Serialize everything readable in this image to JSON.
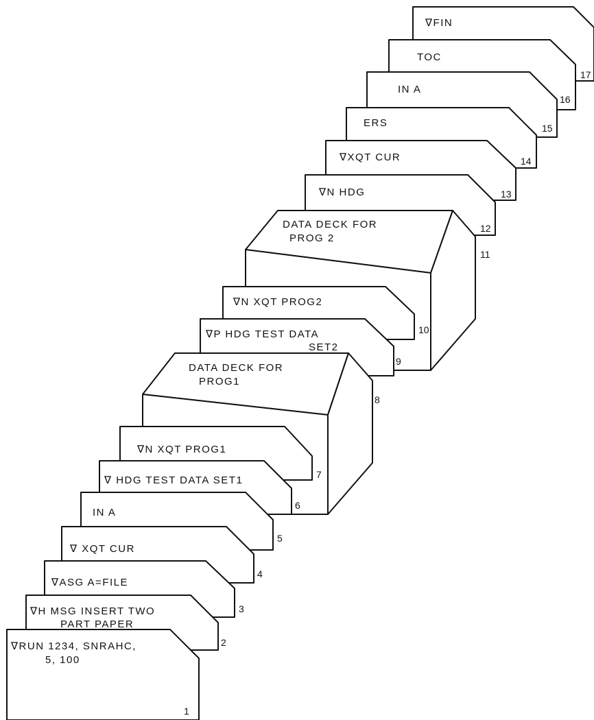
{
  "cards": [
    {
      "num": "1",
      "lines": [
        "∇RUN 1234, SNRAHC,",
        "5, 100"
      ]
    },
    {
      "num": "2",
      "lines": [
        "∇H MSG INSERT TWO",
        "PART PAPER"
      ]
    },
    {
      "num": "3",
      "lines": [
        "∇ASG A=FILE"
      ]
    },
    {
      "num": "4",
      "lines": [
        "∇ XQT CUR"
      ]
    },
    {
      "num": "5",
      "lines": [
        "IN  A"
      ]
    },
    {
      "num": "6",
      "lines": [
        "∇ HDG TEST DATA SET1"
      ]
    },
    {
      "num": "7",
      "lines": [
        "∇N XQT PROG1"
      ]
    },
    {
      "num": "8",
      "lines": [
        "DATA DECK FOR",
        "PROG1"
      ]
    },
    {
      "num": "9",
      "lines": [
        "∇P HDG TEST DATA",
        "SET2"
      ]
    },
    {
      "num": "10",
      "lines": [
        "∇N XQT PROG2"
      ]
    },
    {
      "num": "11",
      "lines": [
        "DATA DECK FOR",
        "PROG 2"
      ]
    },
    {
      "num": "12",
      "lines": [
        "∇N HDG"
      ]
    },
    {
      "num": "13",
      "lines": [
        "∇XQT CUR"
      ]
    },
    {
      "num": "14",
      "lines": [
        "ERS"
      ]
    },
    {
      "num": "15",
      "lines": [
        "IN  A"
      ]
    },
    {
      "num": "16",
      "lines": [
        "TOC"
      ]
    },
    {
      "num": "17",
      "lines": [
        "∇FIN"
      ]
    }
  ]
}
